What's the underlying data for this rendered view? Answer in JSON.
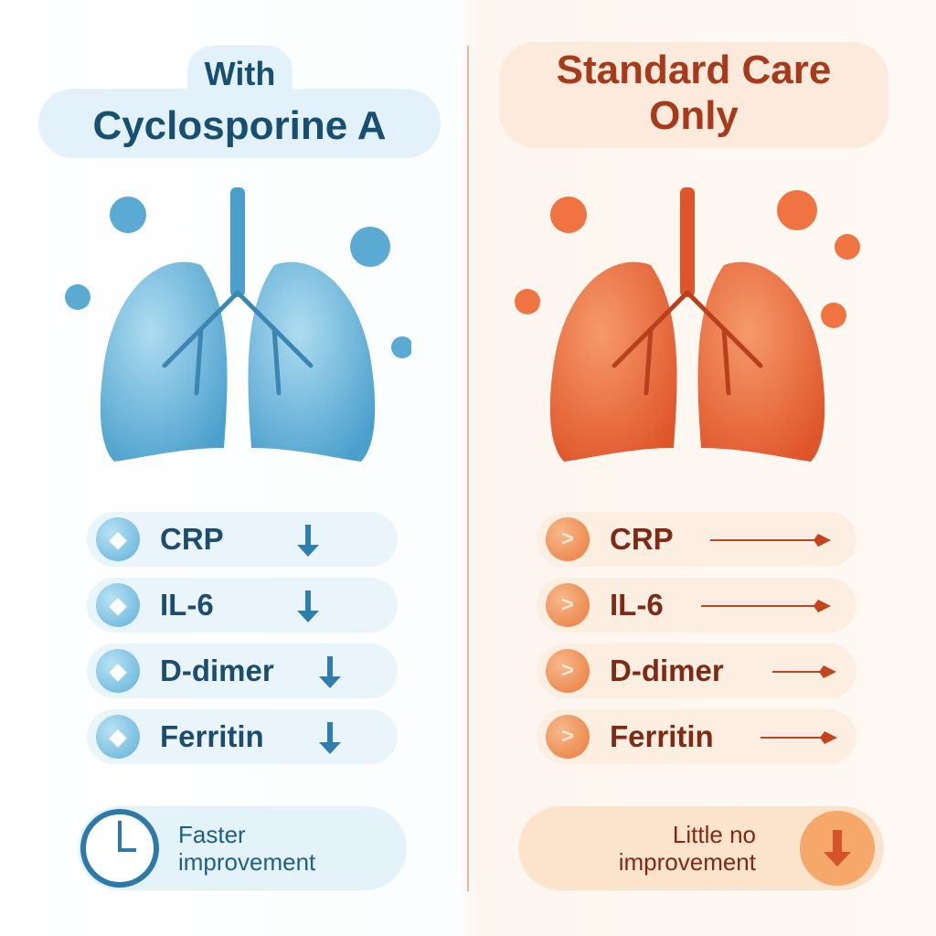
{
  "colors": {
    "treatment_primary": "#164f72",
    "treatment_accent": "#4aa3d1",
    "control_primary": "#a63a1a",
    "control_accent": "#e8693a"
  },
  "left": {
    "title_line1": "With",
    "title_line2": "Cyclosporine A",
    "image": "blue-lungs-with-virus-particles",
    "markers": [
      {
        "label": "CRP",
        "trend": "down",
        "icon": "arrow-down-icon"
      },
      {
        "label": "IL-6",
        "trend": "down",
        "icon": "arrow-down-icon"
      },
      {
        "label": "D-dimer",
        "trend": "down",
        "icon": "arrow-down-icon"
      },
      {
        "label": "Ferritin",
        "trend": "down",
        "icon": "arrow-down-icon"
      }
    ],
    "summary": {
      "icon": "clock-icon",
      "line1": "Faster",
      "line2": "improvement"
    }
  },
  "right": {
    "title_line1": "Standard Care",
    "title_line2": "Only",
    "image": "red-inflamed-lungs-with-virus-particles",
    "markers": [
      {
        "label": "CRP",
        "trend": "flat",
        "icon": "arrow-right-icon"
      },
      {
        "label": "IL-6",
        "trend": "flat",
        "icon": "arrow-right-icon"
      },
      {
        "label": "D-dimer",
        "trend": "flat",
        "icon": "arrow-right-icon"
      },
      {
        "label": "Ferritin",
        "trend": "flat",
        "icon": "arrow-right-icon"
      }
    ],
    "summary": {
      "icon": "arrow-down-icon",
      "line1": "Little no",
      "line2": "improvement"
    }
  }
}
